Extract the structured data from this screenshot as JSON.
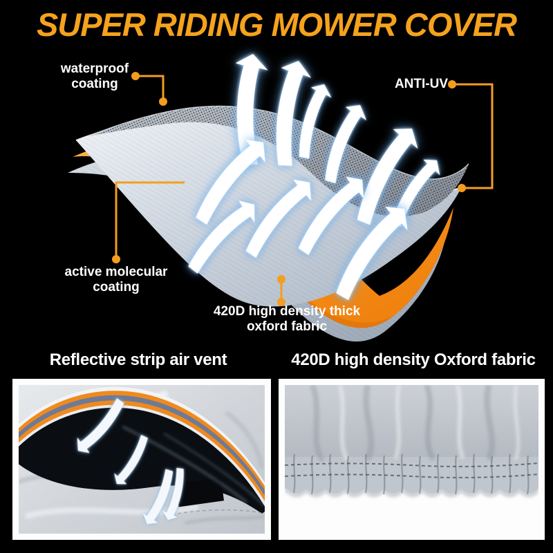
{
  "title": "SUPER RIDING MOWER COVER",
  "colors": {
    "background": "#000000",
    "title_orange": "#f5a21d",
    "accent_orange": "#f7941e",
    "connector_orange": "#f59d1f",
    "fabric_gray": "#c8d0da",
    "arrow_white": "#ffffff",
    "arrow_glow_blue": "#7fb8ea",
    "label_text": "#ffffff"
  },
  "diagram": {
    "labels": {
      "waterproof": {
        "line1": "waterproof",
        "line2": "coating"
      },
      "anti_uv": {
        "text": "ANTI-UV"
      },
      "active_molecular": {
        "line1": "active molecular",
        "line2": "coating"
      },
      "oxford_fabric": {
        "line1": "420D high density thick",
        "line2": "oxford fabric"
      }
    },
    "icons": {
      "airflow_up": "airflow-arrow-icon",
      "vent_airflow": "vent-airflow-arrow-icon"
    }
  },
  "panels": {
    "left": {
      "heading": "Reflective strip air vent"
    },
    "right": {
      "heading": "420D high density Oxford fabric"
    }
  }
}
